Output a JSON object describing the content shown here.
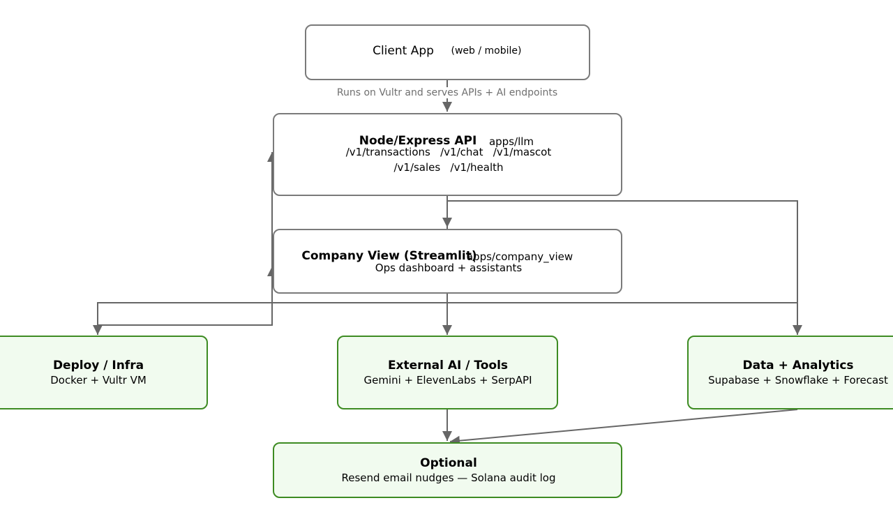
{
  "edge_label": "Runs on Vultr and serves APIs + AI endpoints",
  "nodes": {
    "client": {
      "title": "Client App",
      "subtitle": "(web / mobile)"
    },
    "api": {
      "title": "Node/Express API",
      "tag": "apps/llm",
      "routes_line1": "/v1/transactions   /v1/chat   /v1/mascot",
      "routes_line2": "/v1/sales   /v1/health"
    },
    "company": {
      "title": "Company View (Streamlit)",
      "tag": "apps/company_view",
      "subtitle": "Ops dashboard + assistants"
    },
    "deploy": {
      "title": "Deploy / Infra",
      "subtitle": "Docker + Vultr VM"
    },
    "external": {
      "title": "External AI / Tools",
      "subtitle": "Gemini + ElevenLabs + SerpAPI"
    },
    "data": {
      "title": "Data + Analytics",
      "subtitle": "Supabase + Snowflake + Forecast"
    },
    "optional": {
      "title": "Optional",
      "subtitle": "Resend email nudges — Solana audit log"
    }
  },
  "colors": {
    "edge": "#666666",
    "gray_border": "#7a7a7a",
    "green_border": "#3d8b22",
    "green_fill": "#f1fbef"
  }
}
